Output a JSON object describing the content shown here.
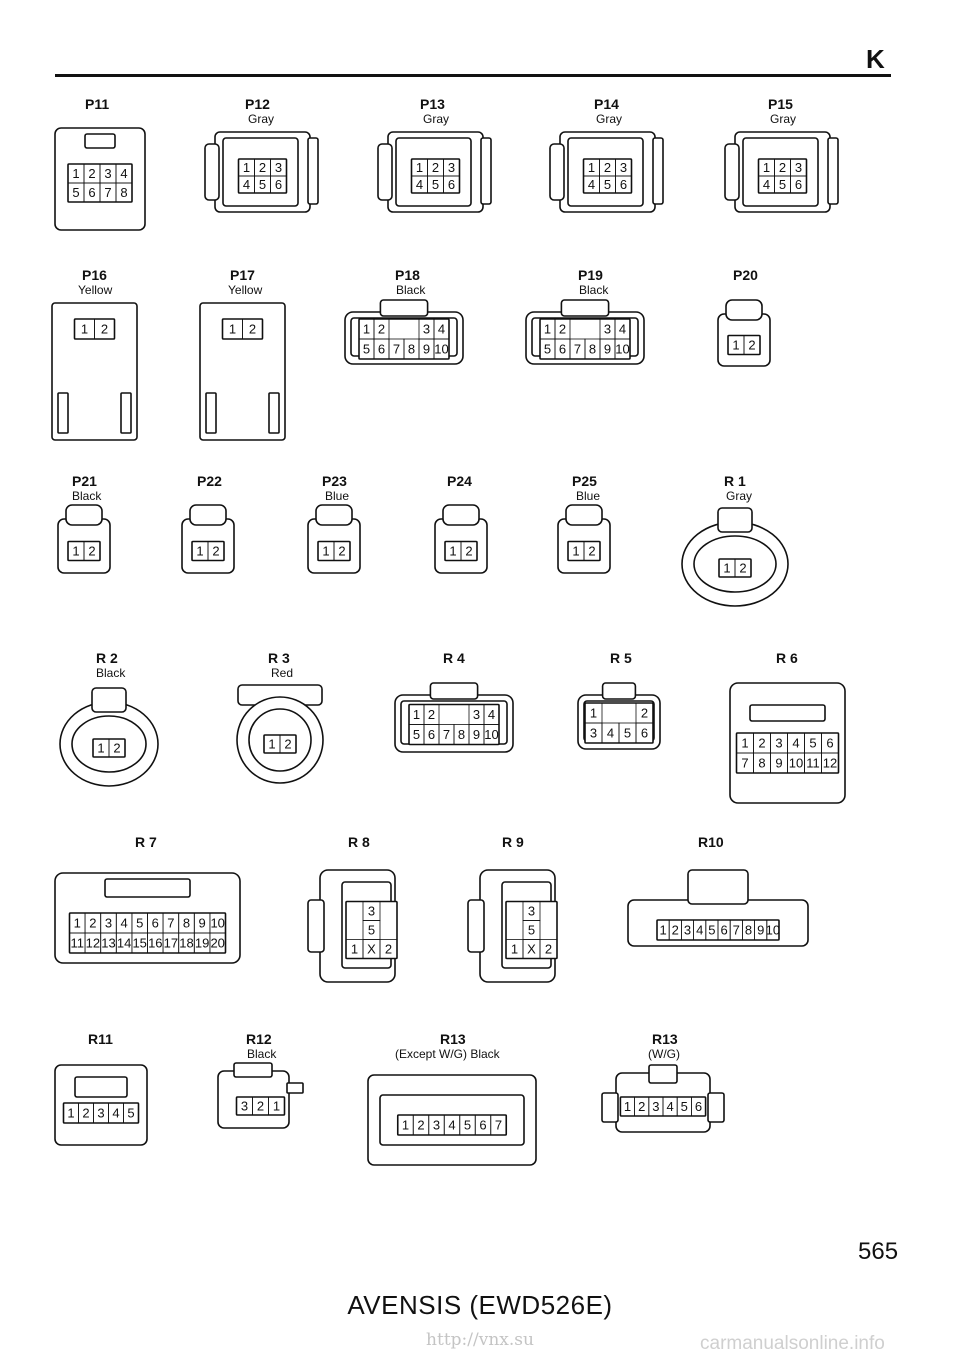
{
  "header": {
    "section_letter": "K"
  },
  "connectors": [
    {
      "id": "p11",
      "name": "P11",
      "color": ""
    },
    {
      "id": "p12",
      "name": "P12",
      "color": "Gray"
    },
    {
      "id": "p13",
      "name": "P13",
      "color": "Gray"
    },
    {
      "id": "p14",
      "name": "P14",
      "color": "Gray"
    },
    {
      "id": "p15",
      "name": "P15",
      "color": "Gray"
    },
    {
      "id": "p16",
      "name": "P16",
      "color": "Yellow"
    },
    {
      "id": "p17",
      "name": "P17",
      "color": "Yellow"
    },
    {
      "id": "p18",
      "name": "P18",
      "color": "Black"
    },
    {
      "id": "p19",
      "name": "P19",
      "color": "Black"
    },
    {
      "id": "p20",
      "name": "P20",
      "color": ""
    },
    {
      "id": "p21",
      "name": "P21",
      "color": "Black"
    },
    {
      "id": "p22",
      "name": "P22",
      "color": ""
    },
    {
      "id": "p23",
      "name": "P23",
      "color": "Blue"
    },
    {
      "id": "p24",
      "name": "P24",
      "color": ""
    },
    {
      "id": "p25",
      "name": "P25",
      "color": "Blue"
    },
    {
      "id": "r1",
      "name": "R 1",
      "color": "Gray"
    },
    {
      "id": "r2",
      "name": "R 2",
      "color": "Black"
    },
    {
      "id": "r3",
      "name": "R 3",
      "color": "Red"
    },
    {
      "id": "r4",
      "name": "R 4",
      "color": ""
    },
    {
      "id": "r5",
      "name": "R 5",
      "color": ""
    },
    {
      "id": "r6",
      "name": "R 6",
      "color": ""
    },
    {
      "id": "r7",
      "name": "R 7",
      "color": ""
    },
    {
      "id": "r8",
      "name": "R 8",
      "color": ""
    },
    {
      "id": "r9",
      "name": "R 9",
      "color": ""
    },
    {
      "id": "r10",
      "name": "R10",
      "color": ""
    },
    {
      "id": "r11",
      "name": "R11",
      "color": ""
    },
    {
      "id": "r12",
      "name": "R12",
      "color": "Black"
    },
    {
      "id": "r13a",
      "name": "R13",
      "color": "(Except W/G)  Black"
    },
    {
      "id": "r13b",
      "name": "R13",
      "color": "(W/G)"
    }
  ],
  "pins": {
    "p11": [
      [
        "1",
        "2",
        "3",
        "4"
      ],
      [
        "5",
        "6",
        "7",
        "8"
      ]
    ],
    "p12": [
      [
        "1",
        "2",
        "3"
      ],
      [
        "4",
        "5",
        "6"
      ]
    ],
    "p13": [
      [
        "1",
        "2",
        "3"
      ],
      [
        "4",
        "5",
        "6"
      ]
    ],
    "p14": [
      [
        "1",
        "2",
        "3"
      ],
      [
        "4",
        "5",
        "6"
      ]
    ],
    "p15": [
      [
        "1",
        "2",
        "3"
      ],
      [
        "4",
        "5",
        "6"
      ]
    ],
    "p16": [
      [
        "1",
        "2"
      ]
    ],
    "p17": [
      [
        "1",
        "2"
      ]
    ],
    "p18": [
      [
        "1",
        "2",
        "",
        "",
        "3",
        "4"
      ],
      [
        "5",
        "6",
        "7",
        "8",
        "9",
        "10"
      ]
    ],
    "p19": [
      [
        "1",
        "2",
        "",
        "",
        "3",
        "4"
      ],
      [
        "5",
        "6",
        "7",
        "8",
        "9",
        "10"
      ]
    ],
    "p20": [
      [
        "1",
        "2"
      ]
    ],
    "p21": [
      [
        "1",
        "2"
      ]
    ],
    "p22": [
      [
        "1",
        "2"
      ]
    ],
    "p23": [
      [
        "1",
        "2"
      ]
    ],
    "p24": [
      [
        "1",
        "2"
      ]
    ],
    "p25": [
      [
        "1",
        "2"
      ]
    ],
    "r1": [
      [
        "1",
        "2"
      ]
    ],
    "r2": [
      [
        "1",
        "2"
      ]
    ],
    "r3": [
      [
        "1",
        "2"
      ]
    ],
    "r4": [
      [
        "1",
        "2",
        "",
        "",
        "3",
        "4"
      ],
      [
        "5",
        "6",
        "7",
        "8",
        "9",
        "10"
      ]
    ],
    "r5": [
      [
        "1",
        "",
        "",
        "2"
      ],
      [
        "3",
        "4",
        "5",
        "6"
      ]
    ],
    "r6": [
      [
        "1",
        "2",
        "3",
        "4",
        "5",
        "6"
      ],
      [
        "7",
        "8",
        "9",
        "10",
        "11",
        "12"
      ]
    ],
    "r7": [
      [
        "1",
        "2",
        "3",
        "4",
        "5",
        "6",
        "7",
        "8",
        "9",
        "10"
      ],
      [
        "11",
        "12",
        "13",
        "14",
        "15",
        "16",
        "17",
        "18",
        "19",
        "20"
      ]
    ],
    "r8": [
      [
        "",
        "3",
        ""
      ],
      [
        "",
        "5",
        ""
      ],
      [
        "1",
        "X",
        "2"
      ]
    ],
    "r9": [
      [
        "",
        "3",
        ""
      ],
      [
        "",
        "5",
        ""
      ],
      [
        "1",
        "X",
        "2"
      ]
    ],
    "r10": [
      [
        "1",
        "2",
        "3",
        "4",
        "5",
        "6",
        "7",
        "8",
        "9",
        "10"
      ]
    ],
    "r11": [
      [
        "1",
        "2",
        "3",
        "4",
        "5"
      ]
    ],
    "r12": [
      [
        "3",
        "2",
        "1"
      ]
    ],
    "r13a": [
      [
        "1",
        "2",
        "3",
        "4",
        "5",
        "6",
        "7"
      ]
    ],
    "r13b": [
      [
        "1",
        "2",
        "3",
        "4",
        "5",
        "6"
      ]
    ]
  },
  "footer": {
    "page_number": "565",
    "model_title": "AVENSIS (EWD526E)",
    "link_text": "http://vnx.su",
    "watermark": "carmanualsonline.info"
  }
}
